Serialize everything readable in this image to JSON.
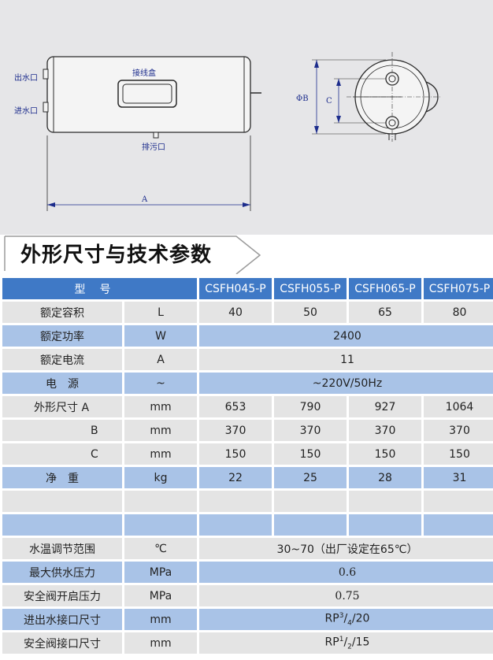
{
  "diagram": {
    "label_outlet": "出水口",
    "label_inlet": "进水口",
    "label_junction_box": "接线盒",
    "label_drain": "排污口",
    "label_a": "A",
    "label_phi_b": "ΦB",
    "label_c": "C"
  },
  "section_title": "外形尺寸与技术参数",
  "table": {
    "header": {
      "name": "型号",
      "models": [
        "CSFH045-P",
        "CSFH055-P",
        "CSFH065-P",
        "CSFH075-P"
      ]
    },
    "capacity": {
      "label": "额定容积",
      "unit": "L",
      "values": [
        "40",
        "50",
        "65",
        "80"
      ]
    },
    "power": {
      "label": "额定功率",
      "unit": "W",
      "value": "2400"
    },
    "current": {
      "label": "额定电流",
      "unit": "A",
      "value": "11"
    },
    "supply": {
      "label": "电　源",
      "unit": "~",
      "value": "~220V/50Hz"
    },
    "dim_a": {
      "label": "外形尺寸 A",
      "unit": "mm",
      "values": [
        "653",
        "790",
        "927",
        "1064"
      ]
    },
    "dim_b": {
      "label": "B",
      "unit": "mm",
      "values": [
        "370",
        "370",
        "370",
        "370"
      ]
    },
    "dim_c": {
      "label": "C",
      "unit": "mm",
      "values": [
        "150",
        "150",
        "150",
        "150"
      ]
    },
    "weight": {
      "label": "净　重",
      "unit": "kg",
      "values": [
        "22",
        "25",
        "28",
        "31"
      ]
    },
    "temp_range": {
      "label": "水温调节范围",
      "unit": "℃",
      "value": "30~70（出厂设定在65℃）"
    },
    "max_pressure": {
      "label": "最大供水压力",
      "unit": "MPa",
      "value": "0.6"
    },
    "valve_pressure": {
      "label": "安全阀开启压力",
      "unit": "MPa",
      "value": "0.75"
    },
    "pipe_size": {
      "label": "进出水接口尺寸",
      "unit": "mm",
      "prefix": "RP",
      "sup": "3",
      "sub": "4",
      "suffix": "/20"
    },
    "valve_size": {
      "label": "安全阀接口尺寸",
      "unit": "mm",
      "prefix": "RP",
      "sup": "1",
      "sub": "2",
      "suffix": "/15"
    }
  }
}
